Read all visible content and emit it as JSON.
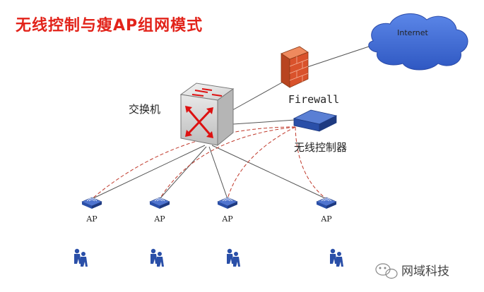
{
  "title": "无线控制与瘦AP组网模式",
  "nodes": {
    "internet": "Internet",
    "firewall": "Firewall",
    "switch": "交换机",
    "controller": "无线控制器",
    "ap_label": "AP"
  },
  "aps": [
    {
      "label": "AP"
    },
    {
      "label": "AP"
    },
    {
      "label": "AP"
    },
    {
      "label": "AP"
    }
  ],
  "watermark": "网域科技",
  "colors": {
    "title": "#e2231a",
    "cloud": "#3f6bd6",
    "firewall": "#d9522b",
    "controller": "#2a4fa8",
    "ap": "#2a4fa8",
    "wired_link": "#555555",
    "wireless_link": "#c0392b"
  },
  "icons": {
    "internet": "cloud-icon",
    "firewall": "firewall-icon",
    "switch": "switch-icon",
    "controller": "controller-icon",
    "ap": "access-point-icon",
    "users": "users-icon",
    "watermark": "wechat-icon"
  }
}
